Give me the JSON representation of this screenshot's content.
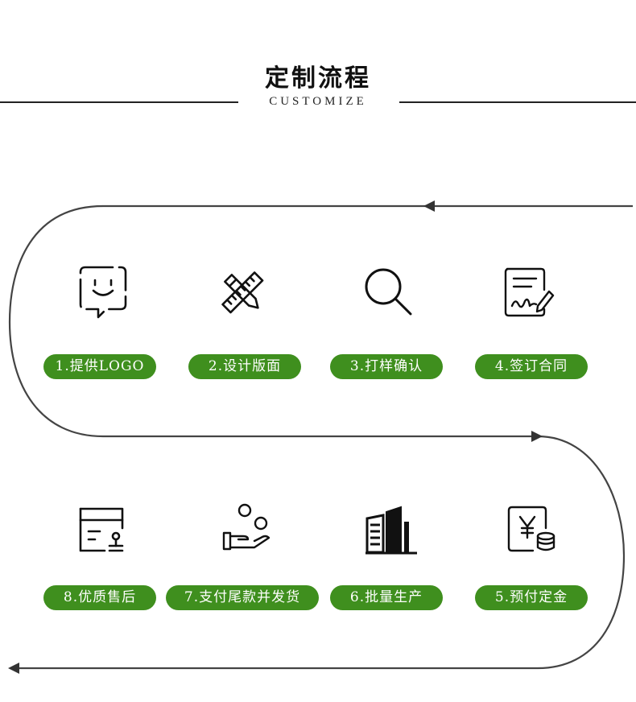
{
  "header": {
    "title": "定制流程",
    "subtitle": "CUSTOMIZE"
  },
  "colors": {
    "accent": "#3f8f1e",
    "line": "#444444"
  },
  "steps": [
    {
      "label": "1.提供LOGO",
      "icon": "chat-smile-icon"
    },
    {
      "label": "2.设计版面",
      "icon": "pencil-ruler-icon"
    },
    {
      "label": "3.打样确认",
      "icon": "magnifier-icon"
    },
    {
      "label": "4.签订合同",
      "icon": "contract-sign-icon"
    },
    {
      "label": "5.预付定金",
      "icon": "yen-coins-icon"
    },
    {
      "label": "6.批量生产",
      "icon": "factory-building-icon"
    },
    {
      "label": "7.支付尾款并发货",
      "icon": "hand-coins-icon"
    },
    {
      "label": "8.优质售后",
      "icon": "box-stamp-icon"
    }
  ]
}
